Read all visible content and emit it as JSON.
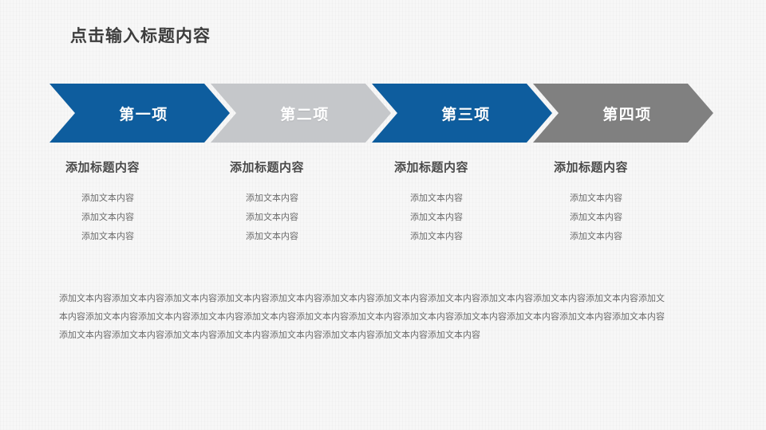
{
  "slide": {
    "title": "点击输入标题内容",
    "background_color": "#f7f7f7",
    "title_color": "#3d3d3d"
  },
  "chevrons": [
    {
      "label": "第一项",
      "color": "#0e5d9e",
      "label_color": "#ffffff"
    },
    {
      "label": "第二项",
      "color": "#c5c7ca",
      "label_color": "#ffffff"
    },
    {
      "label": "第三项",
      "color": "#0e5d9e",
      "label_color": "#ffffff"
    },
    {
      "label": "第四项",
      "color": "#808080",
      "label_color": "#ffffff"
    }
  ],
  "columns": [
    {
      "heading": "添加标题内容",
      "lines": [
        "添加文本内容",
        "添加文本内容",
        "添加文本内容"
      ]
    },
    {
      "heading": "添加标题内容",
      "lines": [
        "添加文本内容",
        "添加文本内容",
        "添加文本内容"
      ]
    },
    {
      "heading": "添加标题内容",
      "lines": [
        "添加文本内容",
        "添加文本内容",
        "添加文本内容"
      ]
    },
    {
      "heading": "添加标题内容",
      "lines": [
        "添加文本内容",
        "添加文本内容",
        "添加文本内容"
      ]
    }
  ],
  "body": {
    "paragraph": "添加文本内容添加文本内容添加文本内容添加文本内容添加文本内容添加文本内容添加文本内容添加文本内容添加文本内容添加文本内容添加文本内容添加文本内容添加文本内容添加文本内容添加文本内容添加文本内容添加文本内容添加文本内容添加文本内容添加文本内容添加文本内容添加文本内容添加文本内容添加文本内容添加文本内容添加文本内容添加文本内容添加文本内容添加文本内容添加文本内容添加文本内容"
  }
}
